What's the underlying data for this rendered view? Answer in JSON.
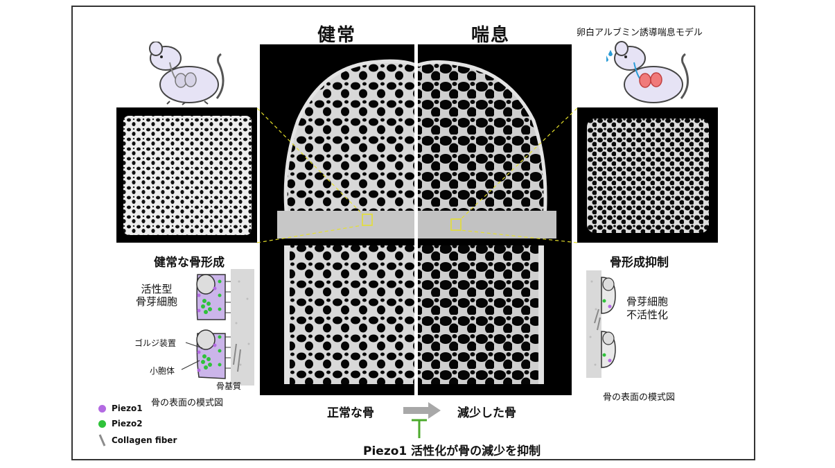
{
  "titles": {
    "healthy": "健常",
    "asthma": "喘息"
  },
  "model_label": "卵白アルブミン誘導喘息モデル",
  "left_caption": "健常な骨形成",
  "right_caption": "骨形成抑制",
  "left_schematic": {
    "active_osteoblast": "活性型\n骨芽細胞",
    "golgi": "ゴルジ装置",
    "vesicle": "小胞体",
    "matrix": "骨基質",
    "caption": "骨の表面の模式図"
  },
  "right_schematic": {
    "inactive": "骨芽細胞\n不活性化",
    "caption": "骨の表面の模式図"
  },
  "bottom": {
    "normal_bone": "正常な骨",
    "reduced_bone": "減少した骨",
    "conclusion_piezo": "Piezo1",
    "conclusion_text": "活性化が骨の減少を抑制"
  },
  "legend": [
    {
      "label": "Piezo1",
      "color": "#b36ae2"
    },
    {
      "label": "Piezo2",
      "color": "#2fc23a"
    },
    {
      "label": "Collagen fiber",
      "color": "#8c8c8c"
    }
  ],
  "colors": {
    "inhibit": "#4caa2c",
    "arrow": "#a8a8a8",
    "highlight": "#e6e02a"
  }
}
